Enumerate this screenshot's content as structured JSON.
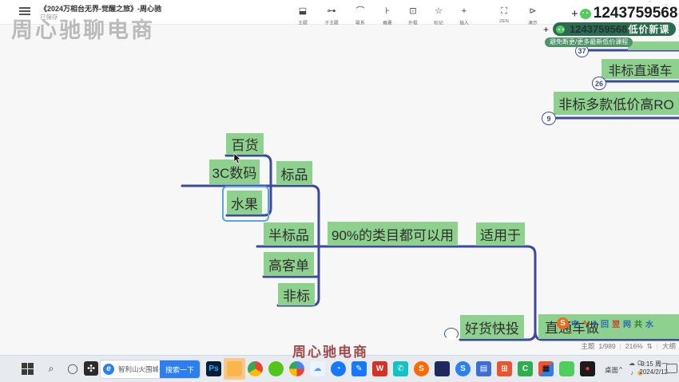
{
  "colors": {
    "node_green": "#8ed08d",
    "line_navy": "#3b4aa0",
    "selection_blue": "#53a6e8",
    "pill_dark_green": "#2d6a52",
    "pill_light_green": "#4e9467",
    "search_blue": "#2d7ff0",
    "watermark_red": "#8a2020"
  },
  "app": {
    "title": "《2024万相台无界-觉醒之旅》-周心驰",
    "save_status": "已保存",
    "toolbar": [
      {
        "label": "主题",
        "icon": "⬓"
      },
      {
        "label": "子主题",
        "icon": "⊶"
      },
      {
        "label": "联系",
        "icon": "⌒"
      },
      {
        "label": "概要",
        "icon": "⊦"
      },
      {
        "label": "外框",
        "icon": "⊡"
      },
      {
        "label": "标记",
        "icon": "☆"
      },
      {
        "label": "插入",
        "icon": "+"
      }
    ],
    "toolbar_right": [
      {
        "label": "ZEN",
        "icon": "⛶"
      },
      {
        "label": "演示",
        "icon": "⊳"
      }
    ]
  },
  "watermarks": {
    "big_gray": "周心驰聊电商",
    "plus": "+",
    "contact_number": "1243759568",
    "pill_number": "1243759568",
    "pill_course": "低价新课",
    "pill_sub": "避免断更/更多最新低价课程",
    "bottom_red": "周心驰电商",
    "logo_letter": "S",
    "logo_glyphs": [
      {
        "ch": "中",
        "c": "#2b6cb0"
      },
      {
        "ch": "∿",
        "c": "#d23b2e"
      },
      {
        "ch": "♣",
        "c": "#2b6cb0"
      },
      {
        "ch": "回",
        "c": "#2b6cb0"
      },
      {
        "ch": "翌",
        "c": "#d23b2e"
      },
      {
        "ch": "网",
        "c": "#2b6cb0"
      },
      {
        "ch": "共",
        "c": "#2e7d32"
      },
      {
        "ch": "水",
        "c": "#2b6cb0"
      }
    ]
  },
  "mindmap": {
    "nodes": [
      {
        "label": "百货"
      },
      {
        "label": "3C数码"
      },
      {
        "label": "标品"
      },
      {
        "label": "水果",
        "selected": true
      },
      {
        "label": "半标品"
      },
      {
        "label": "90%的类目都可以用"
      },
      {
        "label": "适用于"
      },
      {
        "label": "高客单"
      },
      {
        "label": "非标"
      },
      {
        "label": "好货快投"
      },
      {
        "label": "直通车做"
      },
      {
        "label": "非标直通车"
      },
      {
        "label": "非标多款低价高RO"
      }
    ],
    "badges": [
      {
        "value": "37"
      },
      {
        "value": "26"
      },
      {
        "value": "9"
      }
    ]
  },
  "statusbar": {
    "topic_label": "主题",
    "topic_count": "1/989",
    "zoom_level": "216%",
    "zoom_arrows": "⇅",
    "outline_label": "大纲"
  },
  "taskbar": {
    "search_text": "智利山火围城",
    "search_button": "搜索一下",
    "desktop_label": "桌面",
    "chevron": "^",
    "time": "9:15 周一",
    "date": "2024/2/12",
    "apps": [
      {
        "glyph": "Ps"
      },
      {
        "glyph": ""
      },
      {
        "glyph": ""
      },
      {
        "glyph": ""
      },
      {
        "glyph": ""
      },
      {
        "glyph": "☁"
      },
      {
        "glyph": "◔"
      },
      {
        "glyph": "✎"
      },
      {
        "glyph": "W"
      },
      {
        "glyph": "✆"
      },
      {
        "glyph": "S"
      },
      {
        "glyph": ""
      },
      {
        "glyph": "S"
      },
      {
        "glyph": "▤"
      },
      {
        "glyph": "⊞"
      },
      {
        "glyph": "C"
      },
      {
        "glyph": "▦"
      },
      {
        "glyph": ""
      },
      {
        "glyph": "●"
      }
    ],
    "tray_icons": [
      "☁",
      "Ω",
      "🕪",
      "🎤",
      "◉",
      "🖵",
      "英",
      "♪",
      "⊙"
    ]
  }
}
